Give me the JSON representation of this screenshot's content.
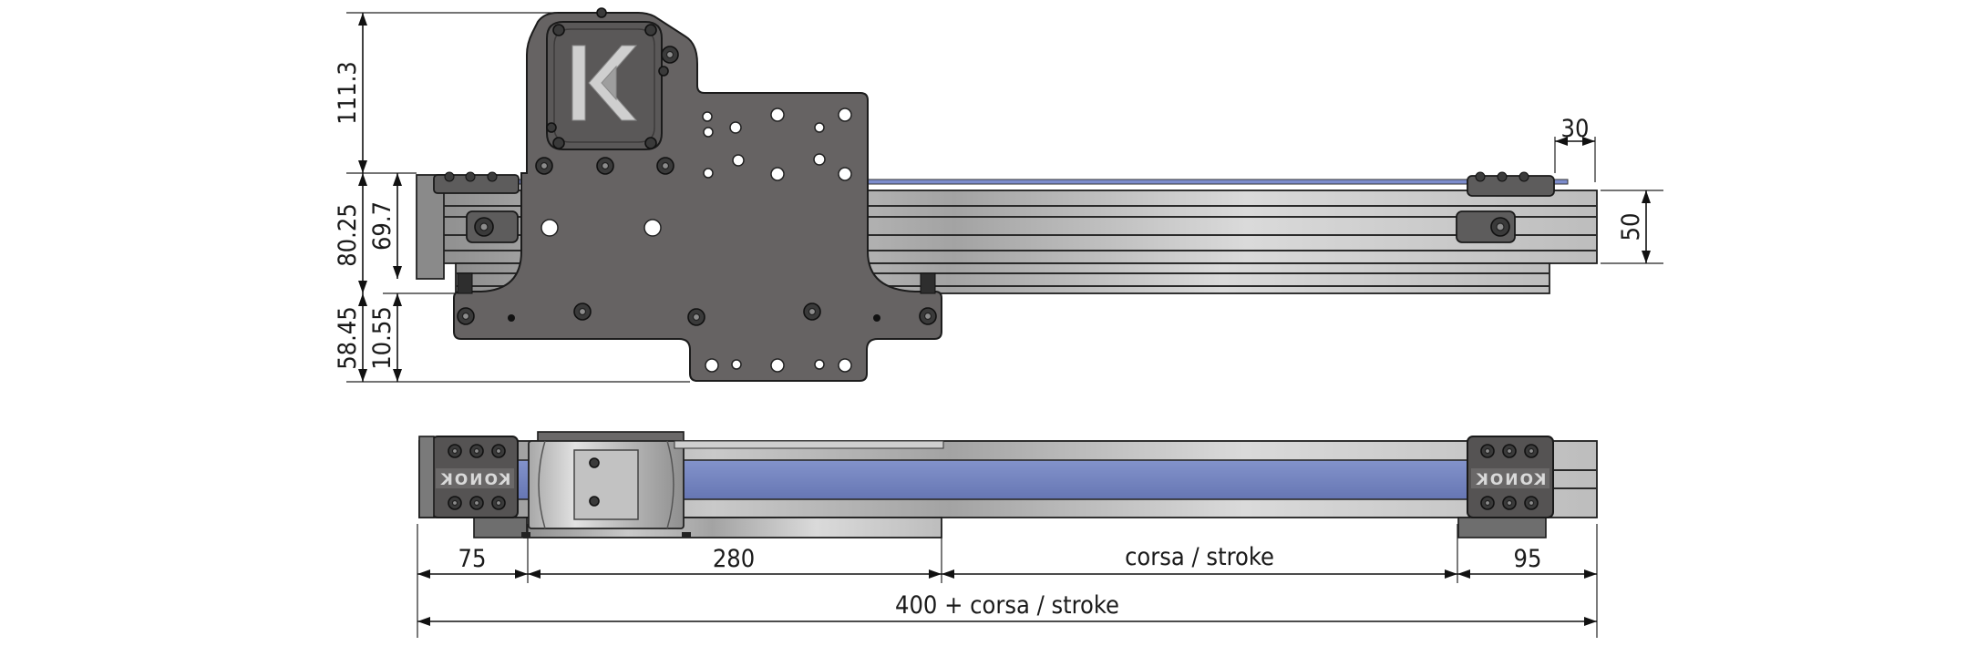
{
  "dimensions": {
    "motor_height": "111.3",
    "profile_height_total": "80.25",
    "profile_height": "69.7",
    "plate_lower": "58.45",
    "plate_offset": "10.55",
    "end_block_width": "30",
    "profile_side": "50",
    "dim_left": "75",
    "dim_carriage": "280",
    "dim_stroke": "corsa / stroke",
    "dim_right": "95",
    "dim_total": "400 + corsa / stroke"
  },
  "logo": {
    "end_block_text": "KONOK"
  },
  "colors": {
    "plate": "#666363",
    "rail_light": "#d6d6d6",
    "rail_mid": "#a9a9a9",
    "belt": "#6f80bd",
    "dark_part": "#555353"
  }
}
